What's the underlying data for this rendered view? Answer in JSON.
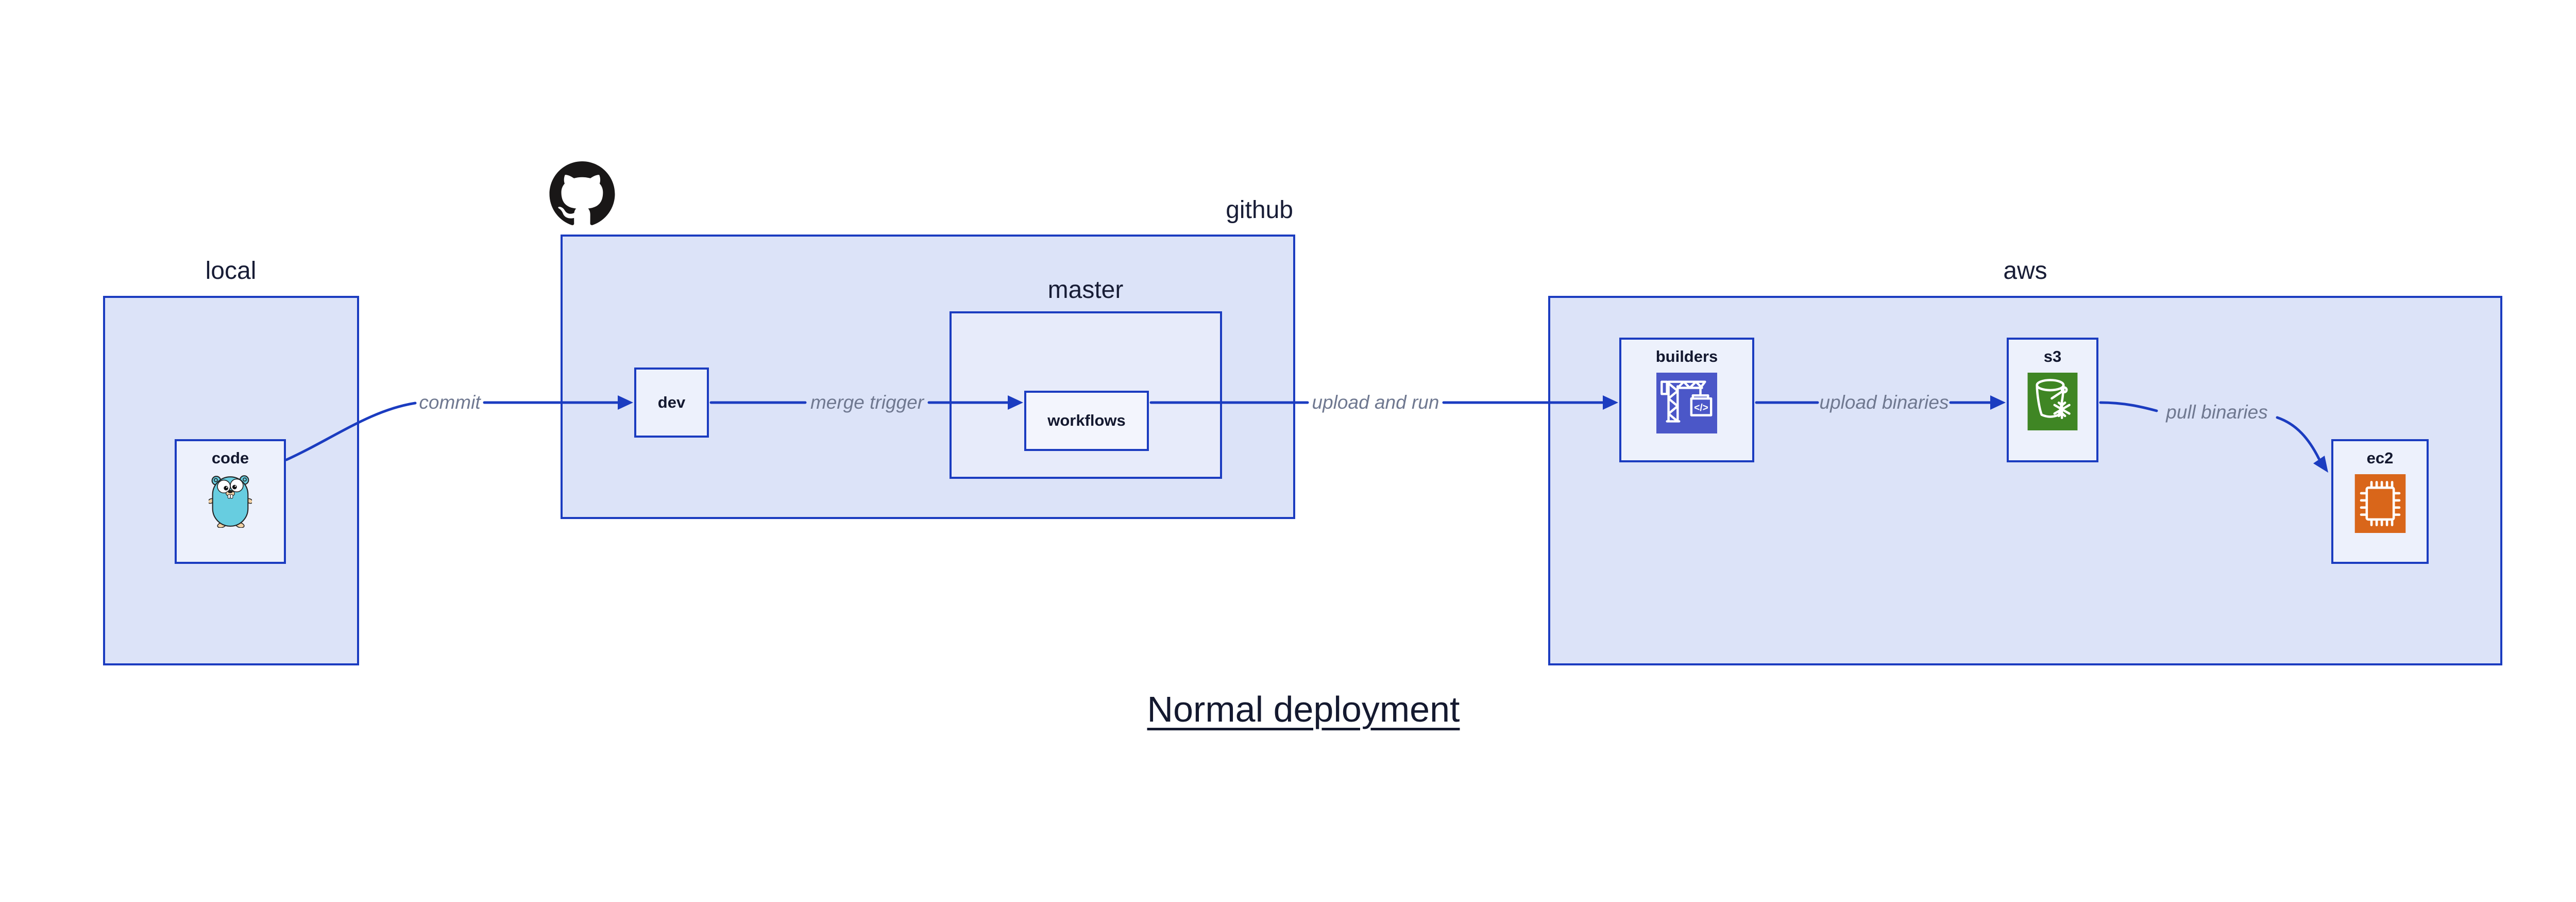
{
  "diagram": {
    "title": "Normal deployment",
    "sections": {
      "local": {
        "label": "local"
      },
      "github": {
        "label": "github"
      },
      "master": {
        "label": "master"
      },
      "aws": {
        "label": "aws"
      }
    },
    "nodes": {
      "code": {
        "label": "code",
        "icon": "go-gopher-icon"
      },
      "dev": {
        "label": "dev"
      },
      "workflows": {
        "label": "workflows"
      },
      "builders": {
        "label": "builders",
        "icon": "aws-codebuild-icon",
        "icon_glyph": "</>"
      },
      "s3": {
        "label": "s3",
        "icon": "aws-s3-glacier-icon"
      },
      "ec2": {
        "label": "ec2",
        "icon": "aws-ec2-icon"
      }
    },
    "edges": [
      {
        "from": "code",
        "to": "dev",
        "label": "commit"
      },
      {
        "from": "dev",
        "to": "workflows",
        "label": "merge trigger"
      },
      {
        "from": "workflows",
        "to": "builders",
        "label": "upload and run"
      },
      {
        "from": "builders",
        "to": "s3",
        "label": "upload binaries"
      },
      {
        "from": "s3",
        "to": "ec2",
        "label": "pull binaries"
      }
    ],
    "colors": {
      "edge": "#1b3cc0",
      "container-fill": "#dce3f8",
      "master-fill": "#e7ebfa",
      "node-fill": "#edf1fc",
      "workflows-fill": "#f3f5fd",
      "section-text": "#181d36",
      "node-text": "#13182f",
      "edge-text": "#6f7890",
      "title-text": "#14192f",
      "codebuild-indigo": "#4b57c8",
      "s3-green": "#3f8624",
      "ec2-orange": "#d9661a",
      "github-black": "#191717",
      "gopher-teal": "#67cde0"
    }
  }
}
